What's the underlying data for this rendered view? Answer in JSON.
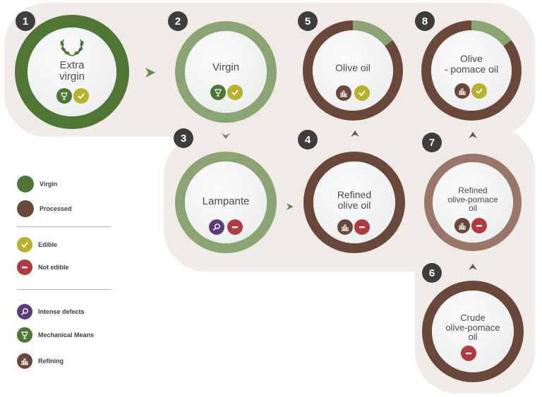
{
  "colors": {
    "virgin_dark": "#4d7733",
    "virgin_light": "#8ba572",
    "processed": "#6b4739",
    "processed_light": "#9c7569",
    "edible": "#b7b12c",
    "not_edible": "#b03a3f",
    "intense_defects": "#5b3a7e",
    "badge": "#3d3d3d"
  },
  "nodes": [
    {
      "number": "1",
      "label": "Extra\nvirgin",
      "icons": [
        "mechanical-means",
        "edible"
      ]
    },
    {
      "number": "2",
      "label": "Virgin",
      "icons": [
        "mechanical-means",
        "edible"
      ]
    },
    {
      "number": "3",
      "label": "Lampante",
      "icons": [
        "intense-defects",
        "not-edible"
      ]
    },
    {
      "number": "4",
      "label": "Refined\nolive oil",
      "icons": [
        "refining",
        "not-edible"
      ]
    },
    {
      "number": "5",
      "label": "Olive oil",
      "icons": [
        "refining",
        "edible"
      ]
    },
    {
      "number": "6",
      "label": "Crude\nolive-pomace\noil",
      "icons": [
        "not-edible"
      ]
    },
    {
      "number": "7",
      "label": "Refined\nolive-pomace\noil",
      "icons": [
        "refining",
        "not-edible"
      ]
    },
    {
      "number": "8",
      "label": "Olive\n- pomace oil",
      "icons": [
        "refining",
        "edible"
      ]
    }
  ],
  "legend": {
    "virgin": "Virgin",
    "processed": "Processed",
    "edible": "Edible",
    "not_edible": "Not edible",
    "intense_defects": "Intense defects",
    "mechanical_means": "Mechanical Means",
    "refining": "Refining"
  }
}
